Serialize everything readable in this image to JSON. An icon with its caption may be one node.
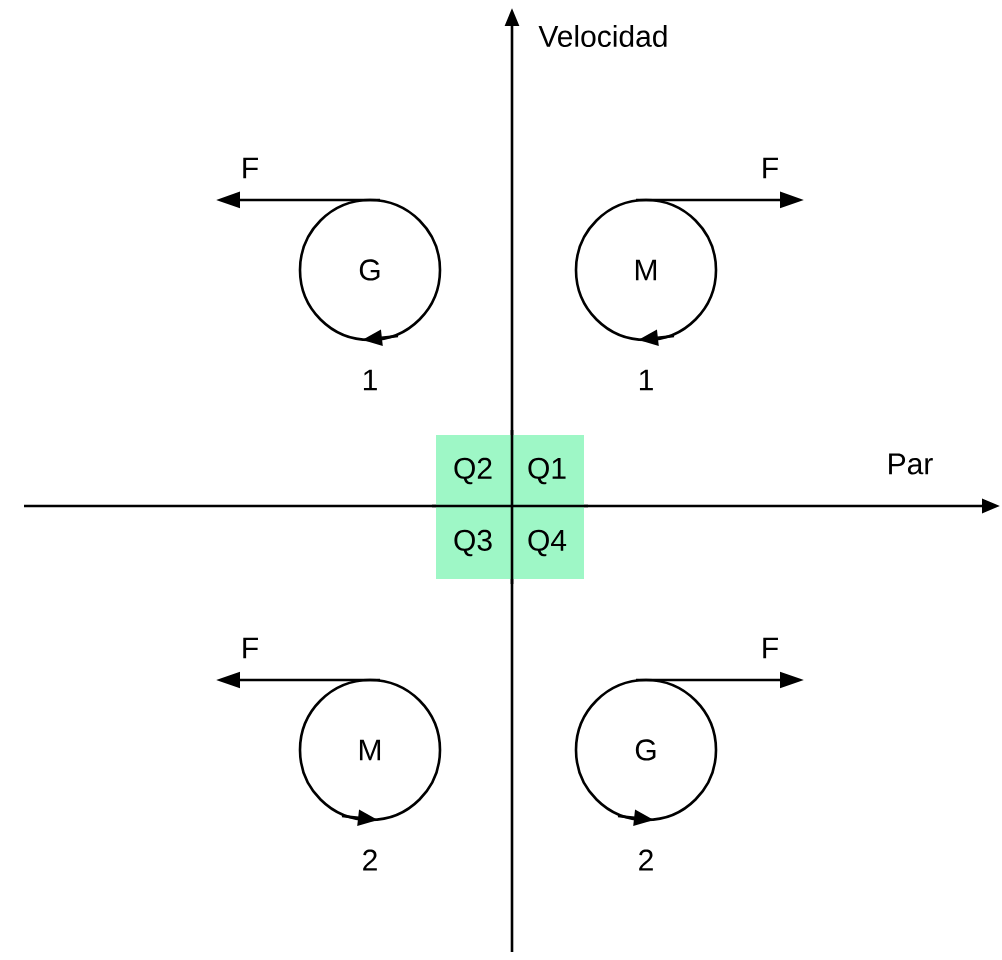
{
  "diagram": {
    "nodes": [
      {
        "text": [
          "G"
        ],
        "beside": [
          "1"
        ]
      },
      {
        "text": [
          "M"
        ],
        "beside": [
          "1"
        ]
      },
      {
        "text": [
          "Q2"
        ]
      },
      {
        "text": [
          "Q1"
        ]
      },
      {
        "text": [
          "Q3"
        ]
      },
      {
        "text": [
          "Q4"
        ]
      },
      {
        "text": [
          "M"
        ],
        "beside": [
          "2"
        ]
      },
      {
        "text": [
          "G"
        ],
        "beside": [
          "2"
        ]
      }
    ],
    "labels": [
      "Velocidad",
      "F",
      "F",
      "Par",
      "F",
      "F"
    ]
  }
}
